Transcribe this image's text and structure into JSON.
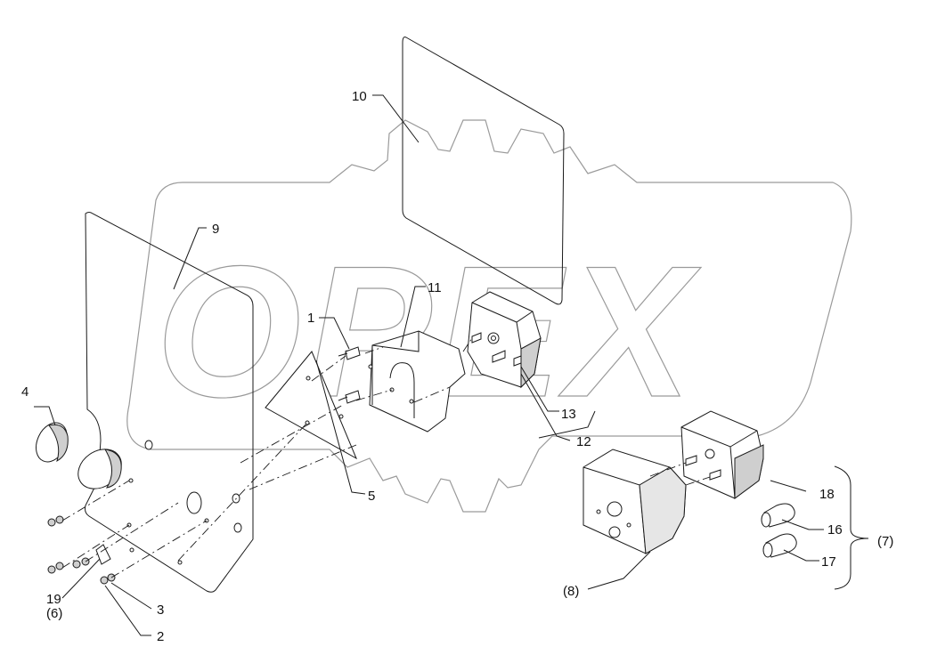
{
  "watermark": {
    "text": "OPEX"
  },
  "labels": [
    {
      "id": "1",
      "text": "1"
    },
    {
      "id": "2",
      "text": "2"
    },
    {
      "id": "3",
      "text": "3"
    },
    {
      "id": "4",
      "text": "4"
    },
    {
      "id": "5",
      "text": "5"
    },
    {
      "id": "6",
      "text": "(6)"
    },
    {
      "id": "7",
      "text": "(7)"
    },
    {
      "id": "8",
      "text": "(8)"
    },
    {
      "id": "9",
      "text": "9"
    },
    {
      "id": "10",
      "text": "10"
    },
    {
      "id": "11",
      "text": "11"
    },
    {
      "id": "12",
      "text": "12"
    },
    {
      "id": "13",
      "text": "13"
    },
    {
      "id": "16",
      "text": "16"
    },
    {
      "id": "17",
      "text": "17"
    },
    {
      "id": "18",
      "text": "18"
    },
    {
      "id": "19",
      "text": "19"
    }
  ]
}
